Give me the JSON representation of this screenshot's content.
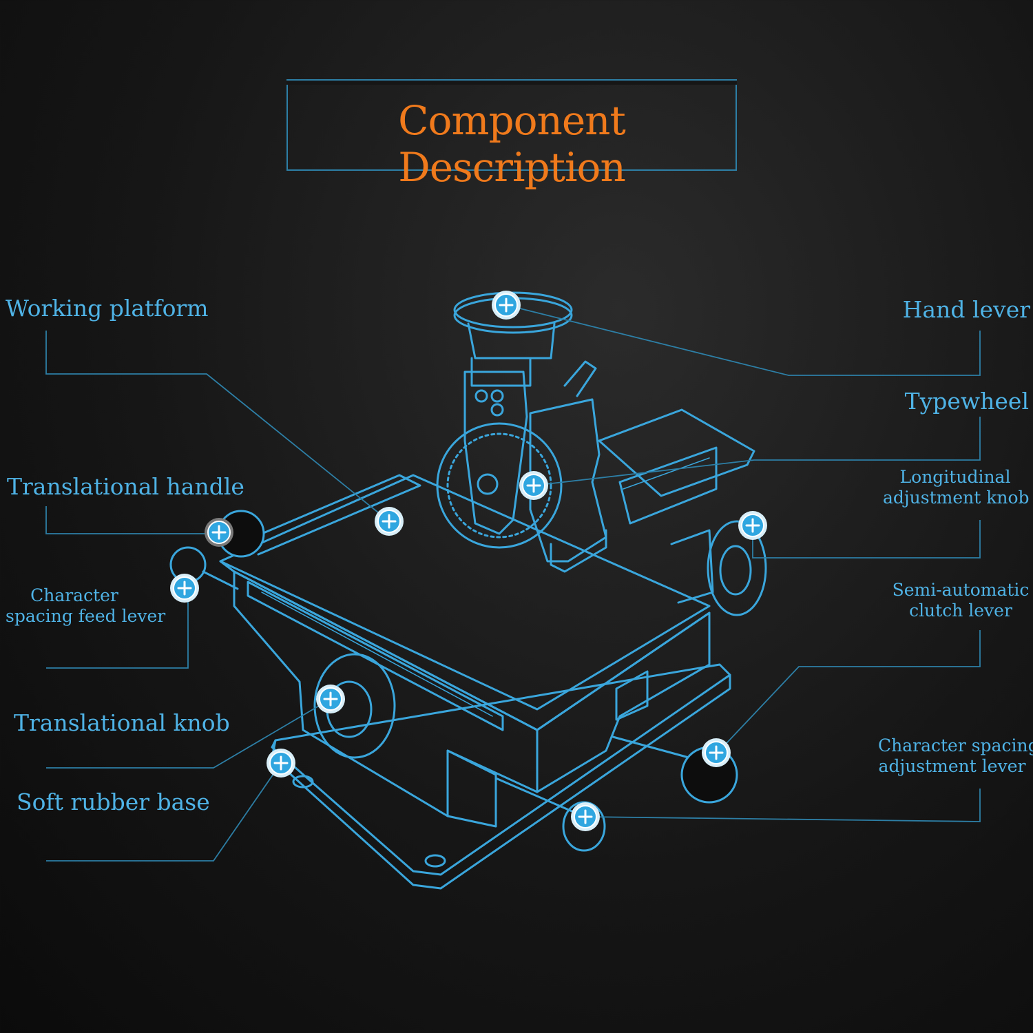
{
  "title": "Component Description",
  "colors": {
    "accent": "#4fb3e6",
    "title": "#f07a1c",
    "line": "#2d7fa6",
    "background": "#161616"
  },
  "hotspot_icon": "plus-circle-icon",
  "labels": {
    "working_platform": "Working platform",
    "translational_handle": "Translational handle",
    "character_spacing_feed_lever": [
      "Character",
      "spacing feed lever"
    ],
    "translational_knob": "Translational knob",
    "soft_rubber_base": "Soft rubber base",
    "hand_lever": "Hand lever",
    "typewheel": "Typewheel",
    "longitudinal_adjustment_knob": [
      "Longitudinal",
      "adjustment knob"
    ],
    "semi_automatic_clutch_lever": [
      "Semi-automatic",
      "clutch lever"
    ],
    "character_spacing_adjustment_lever": [
      "Character spacing",
      "adjustment lever"
    ]
  }
}
